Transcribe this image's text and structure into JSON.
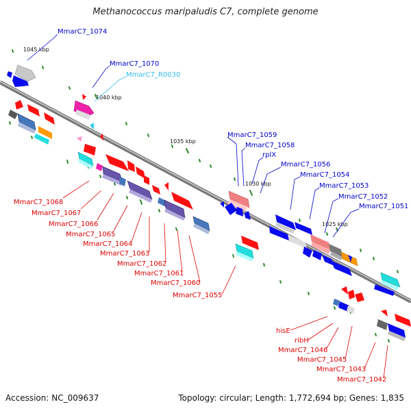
{
  "title": "Methanococcus maripaludis C7, complete genome",
  "footer": {
    "accession": "Accession: NC_009637",
    "stats": "Topology: circular; Length: 1,772,694 bp; Genes: 1,835"
  },
  "colors": {
    "backbone": "#808080",
    "top_label": "#0000cc",
    "rna_label": "#33bbee",
    "bottom_label": "#dd0000",
    "tick": "#228822"
  },
  "kbp_labels": [
    "1045 kbp",
    "1040 kbp",
    "1035 kbp",
    "1030 kbp",
    "1025 kbp"
  ],
  "top_labels": [
    {
      "text": "MmarC7_1074",
      "color": "blue"
    },
    {
      "text": "MmarC7_1070",
      "color": "blue"
    },
    {
      "text": "MmarC7_R0030",
      "color": "cyan"
    },
    {
      "text": "MmarC7_1059",
      "color": "blue"
    },
    {
      "text": "MmarC7_1058",
      "color": "blue"
    },
    {
      "text": "rplX",
      "color": "blue"
    },
    {
      "text": "MmarC7_1056",
      "color": "blue"
    },
    {
      "text": "MmarC7_1054",
      "color": "blue"
    },
    {
      "text": "MmarC7_1053",
      "color": "blue"
    },
    {
      "text": "MmarC7_1052",
      "color": "blue"
    },
    {
      "text": "MmarC7_1051",
      "color": "blue"
    }
  ],
  "bottom_labels": [
    "MmarC7_1068",
    "MmarC7_1067",
    "MmarC7_1066",
    "MmarC7_1065",
    "MmarC7_1064",
    "MmarC7_1063",
    "MmarC7_1062",
    "MmarC7_1061",
    "MmarC7_1060",
    "MmarC7_1055",
    "hisE",
    "ribH",
    "MmarC7_1046",
    "MmarC7_1045",
    "MmarC7_1043",
    "MmarC7_1042"
  ]
}
